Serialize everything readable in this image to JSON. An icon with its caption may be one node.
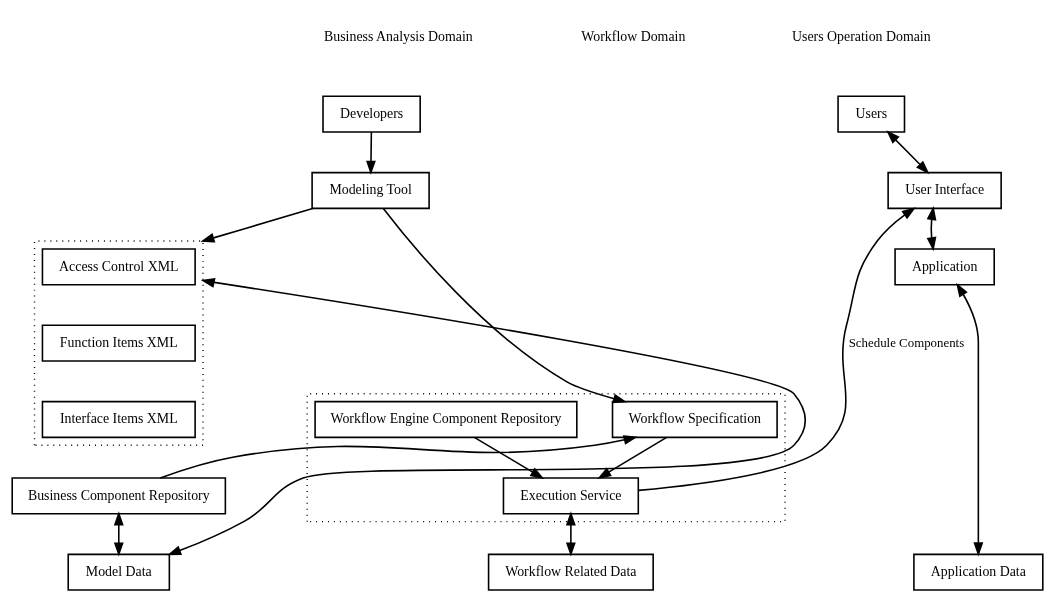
{
  "diagram": {
    "nodes": [
      {
        "text": [
          "Developers"
        ]
      },
      {
        "text": [
          "Users"
        ]
      },
      {
        "text": [
          "Modeling Tool"
        ]
      },
      {
        "text": [
          "User Interface"
        ]
      },
      {
        "text": [],
        "shape": "box"
      },
      {
        "text": [
          "Access Control XML"
        ],
        "in": 4
      },
      {
        "text": [
          "Function Items XML"
        ],
        "in": 4
      },
      {
        "text": [
          "Interface Items XML"
        ],
        "in": 4
      },
      {
        "text": [],
        "shape": "box"
      },
      {
        "text": [
          "Workflow Specification"
        ],
        "in": 8
      },
      {
        "text": [
          "Workflow Engine Component Repository"
        ],
        "in": 8
      },
      {
        "text": [
          "Application"
        ]
      },
      {
        "text": [
          "Execution Service"
        ],
        "in": 8
      },
      {
        "text": [
          "Business Component Repository"
        ]
      },
      {
        "text": [
          "Model Data"
        ]
      },
      {
        "text": [
          "Workflow Related Data"
        ]
      },
      {
        "text": [
          "Application Data"
        ]
      }
    ],
    "edges": [
      {
        "from": 0,
        "to": 2,
        "arrow": "to"
      },
      {
        "from": 2,
        "to": 4,
        "arrow": "to"
      },
      {
        "from": 2,
        "to": 9,
        "arrow": "to"
      },
      {
        "from": 13,
        "to": 9,
        "arrow": "to"
      },
      {
        "from": 1,
        "to": 3,
        "arrow": "both"
      },
      {
        "from": 3,
        "to": 11,
        "arrow": "both"
      },
      {
        "from": 11,
        "to": 16,
        "arrow": "both"
      },
      {
        "from": 9,
        "to": 12,
        "arrow": "to"
      },
      {
        "from": 10,
        "to": 12,
        "arrow": "to"
      },
      {
        "from": 12,
        "to": 3,
        "arrow": "to",
        "label": "Schedule Components"
      },
      {
        "from": 13,
        "to": 14,
        "arrow": "both"
      },
      {
        "from": 12,
        "to": 15,
        "arrow": "both"
      },
      {
        "from": 14,
        "to": 4,
        "arrow": "both"
      }
    ],
    "labels": [
      "Business Analysis Domain",
      "Workflow Domain",
      "Users Operation Domain"
    ]
  }
}
